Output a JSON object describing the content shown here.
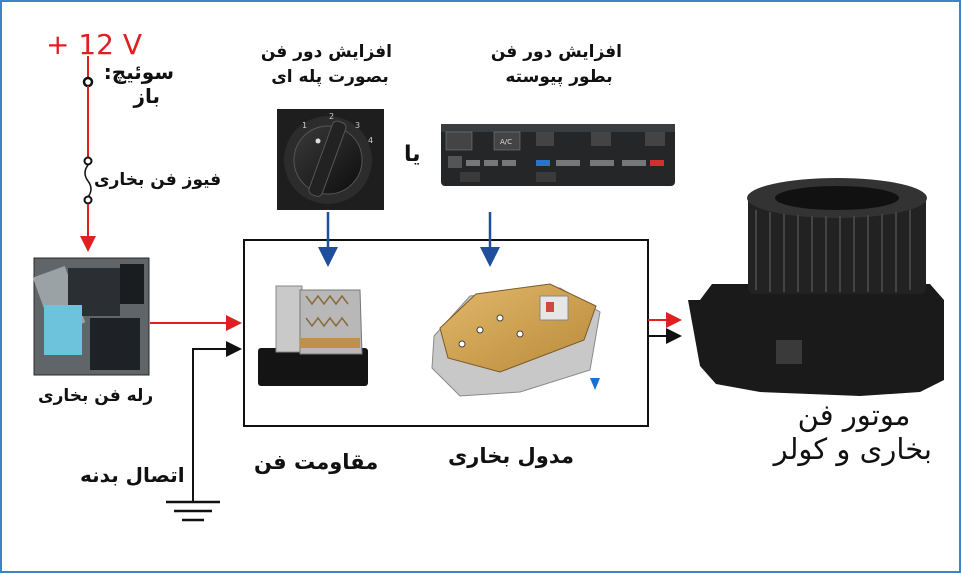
{
  "labels": {
    "supply_voltage": "+ 12 V",
    "switch_line1": "سوئیچ:",
    "switch_line2": "باز",
    "heater_fuse": "فیوز فن بخاری",
    "heater_relay": "رله فن بخاری",
    "ground_connection": "اتصال بدنه",
    "stepped_line1": "افزایش دور فن",
    "stepped_line2": "بصورت پله ای",
    "continuous_line1": "افزایش دور فن",
    "continuous_line2": "بطور پیوسته",
    "or_word": "یا",
    "fan_resistor": "مقاومت فن",
    "heater_module": "مدول بخاری",
    "motor_line1": "موتور فن",
    "motor_line2": "بخاری و کولر",
    "panel_ac": "A/C",
    "dial_numbers": [
      "1",
      "2",
      "3",
      "4"
    ]
  },
  "colors": {
    "power_wire": "#e02020",
    "signal_arrow": "#1f4e9c",
    "ground_wire": "#111111",
    "frame": "#3e83c9"
  }
}
